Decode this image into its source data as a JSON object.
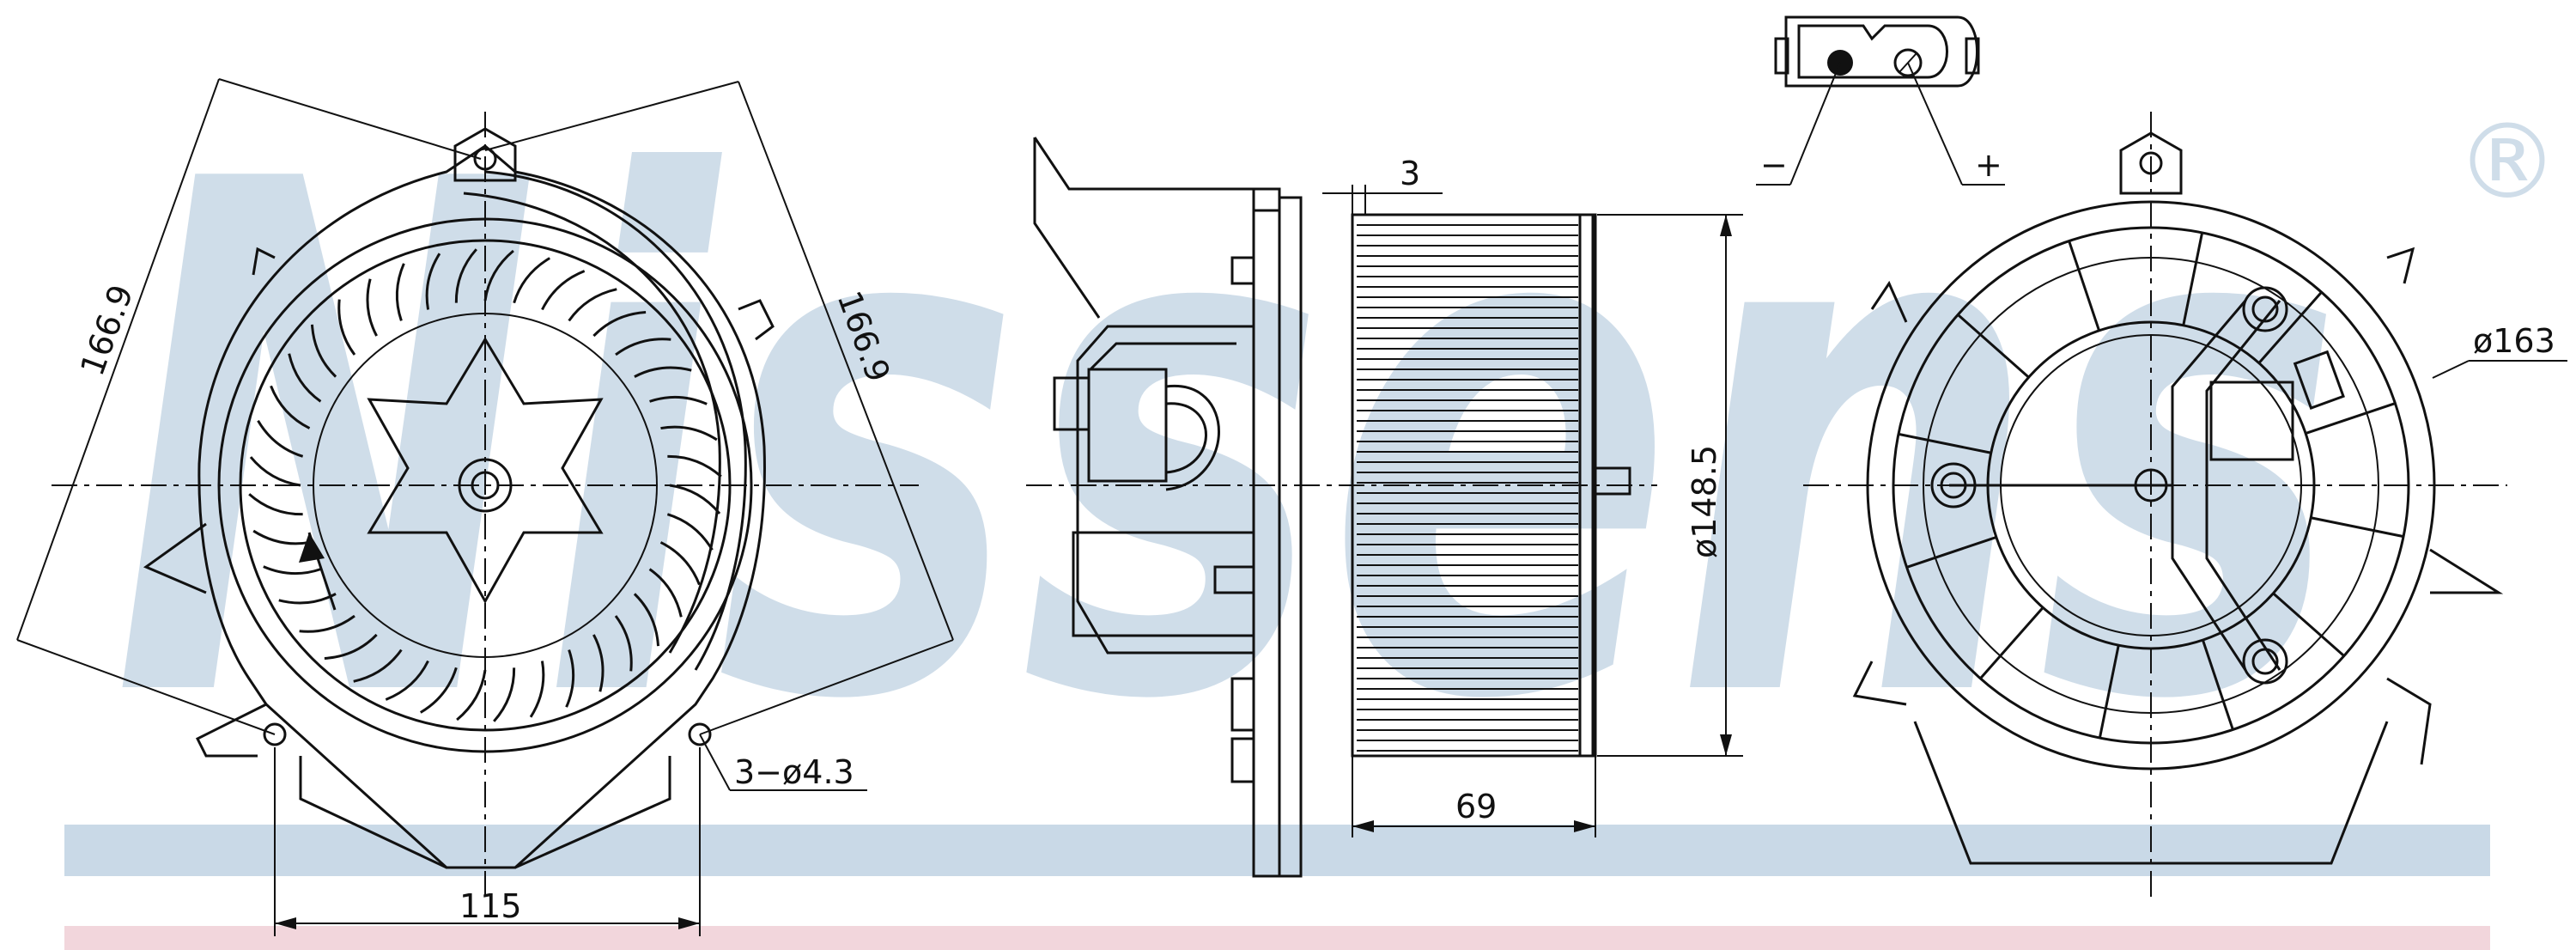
{
  "brand": {
    "watermark": "Nissens",
    "registered_mark": "®",
    "watermark_color": "#cfdde9",
    "band_blue": "#c9d9e7",
    "band_pink": "#f2d6dc"
  },
  "front_view": {
    "dim_diag_left": "166.9",
    "dim_diag_right": "166.9",
    "dim_holes": "3−ø4.3",
    "dim_bottom": "115"
  },
  "side_view": {
    "dim_gap": "3",
    "dim_diameter": "ø148.5",
    "dim_width": "69"
  },
  "connector": {
    "minus_label": "−",
    "plus_label": "+"
  },
  "rear_view": {
    "dim_diameter": "ø163"
  },
  "line_color": "#111111"
}
